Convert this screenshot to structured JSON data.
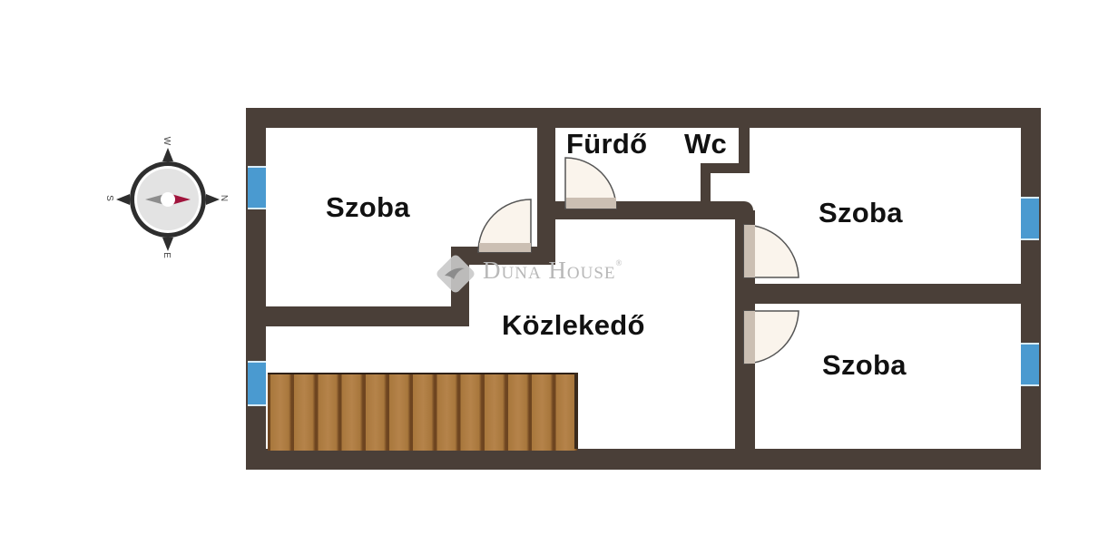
{
  "floorplan": {
    "rooms": [
      {
        "id": "room-left",
        "label": "Szoba"
      },
      {
        "id": "bathroom",
        "label": "Fürdő"
      },
      {
        "id": "wc",
        "label": "Wc"
      },
      {
        "id": "room-top-right",
        "label": "Szoba"
      },
      {
        "id": "corridor",
        "label": "Közlekedő"
      },
      {
        "id": "room-bottom-right",
        "label": "Szoba"
      }
    ],
    "colors": {
      "wall": "#4a3f38",
      "window": "#4a9ad0",
      "door_fill": "#faf4ec",
      "door_sill": "#cbbfb3",
      "stairs_wood": "#a8773c",
      "stairs_line": "#6e4520"
    },
    "stairs": {
      "steps": 13
    }
  },
  "compass": {
    "north": "N",
    "south": "S",
    "east": "E",
    "west": "W",
    "needle_color": "#a0143c"
  },
  "watermark": {
    "brand": "Duna House",
    "registered": "®"
  }
}
